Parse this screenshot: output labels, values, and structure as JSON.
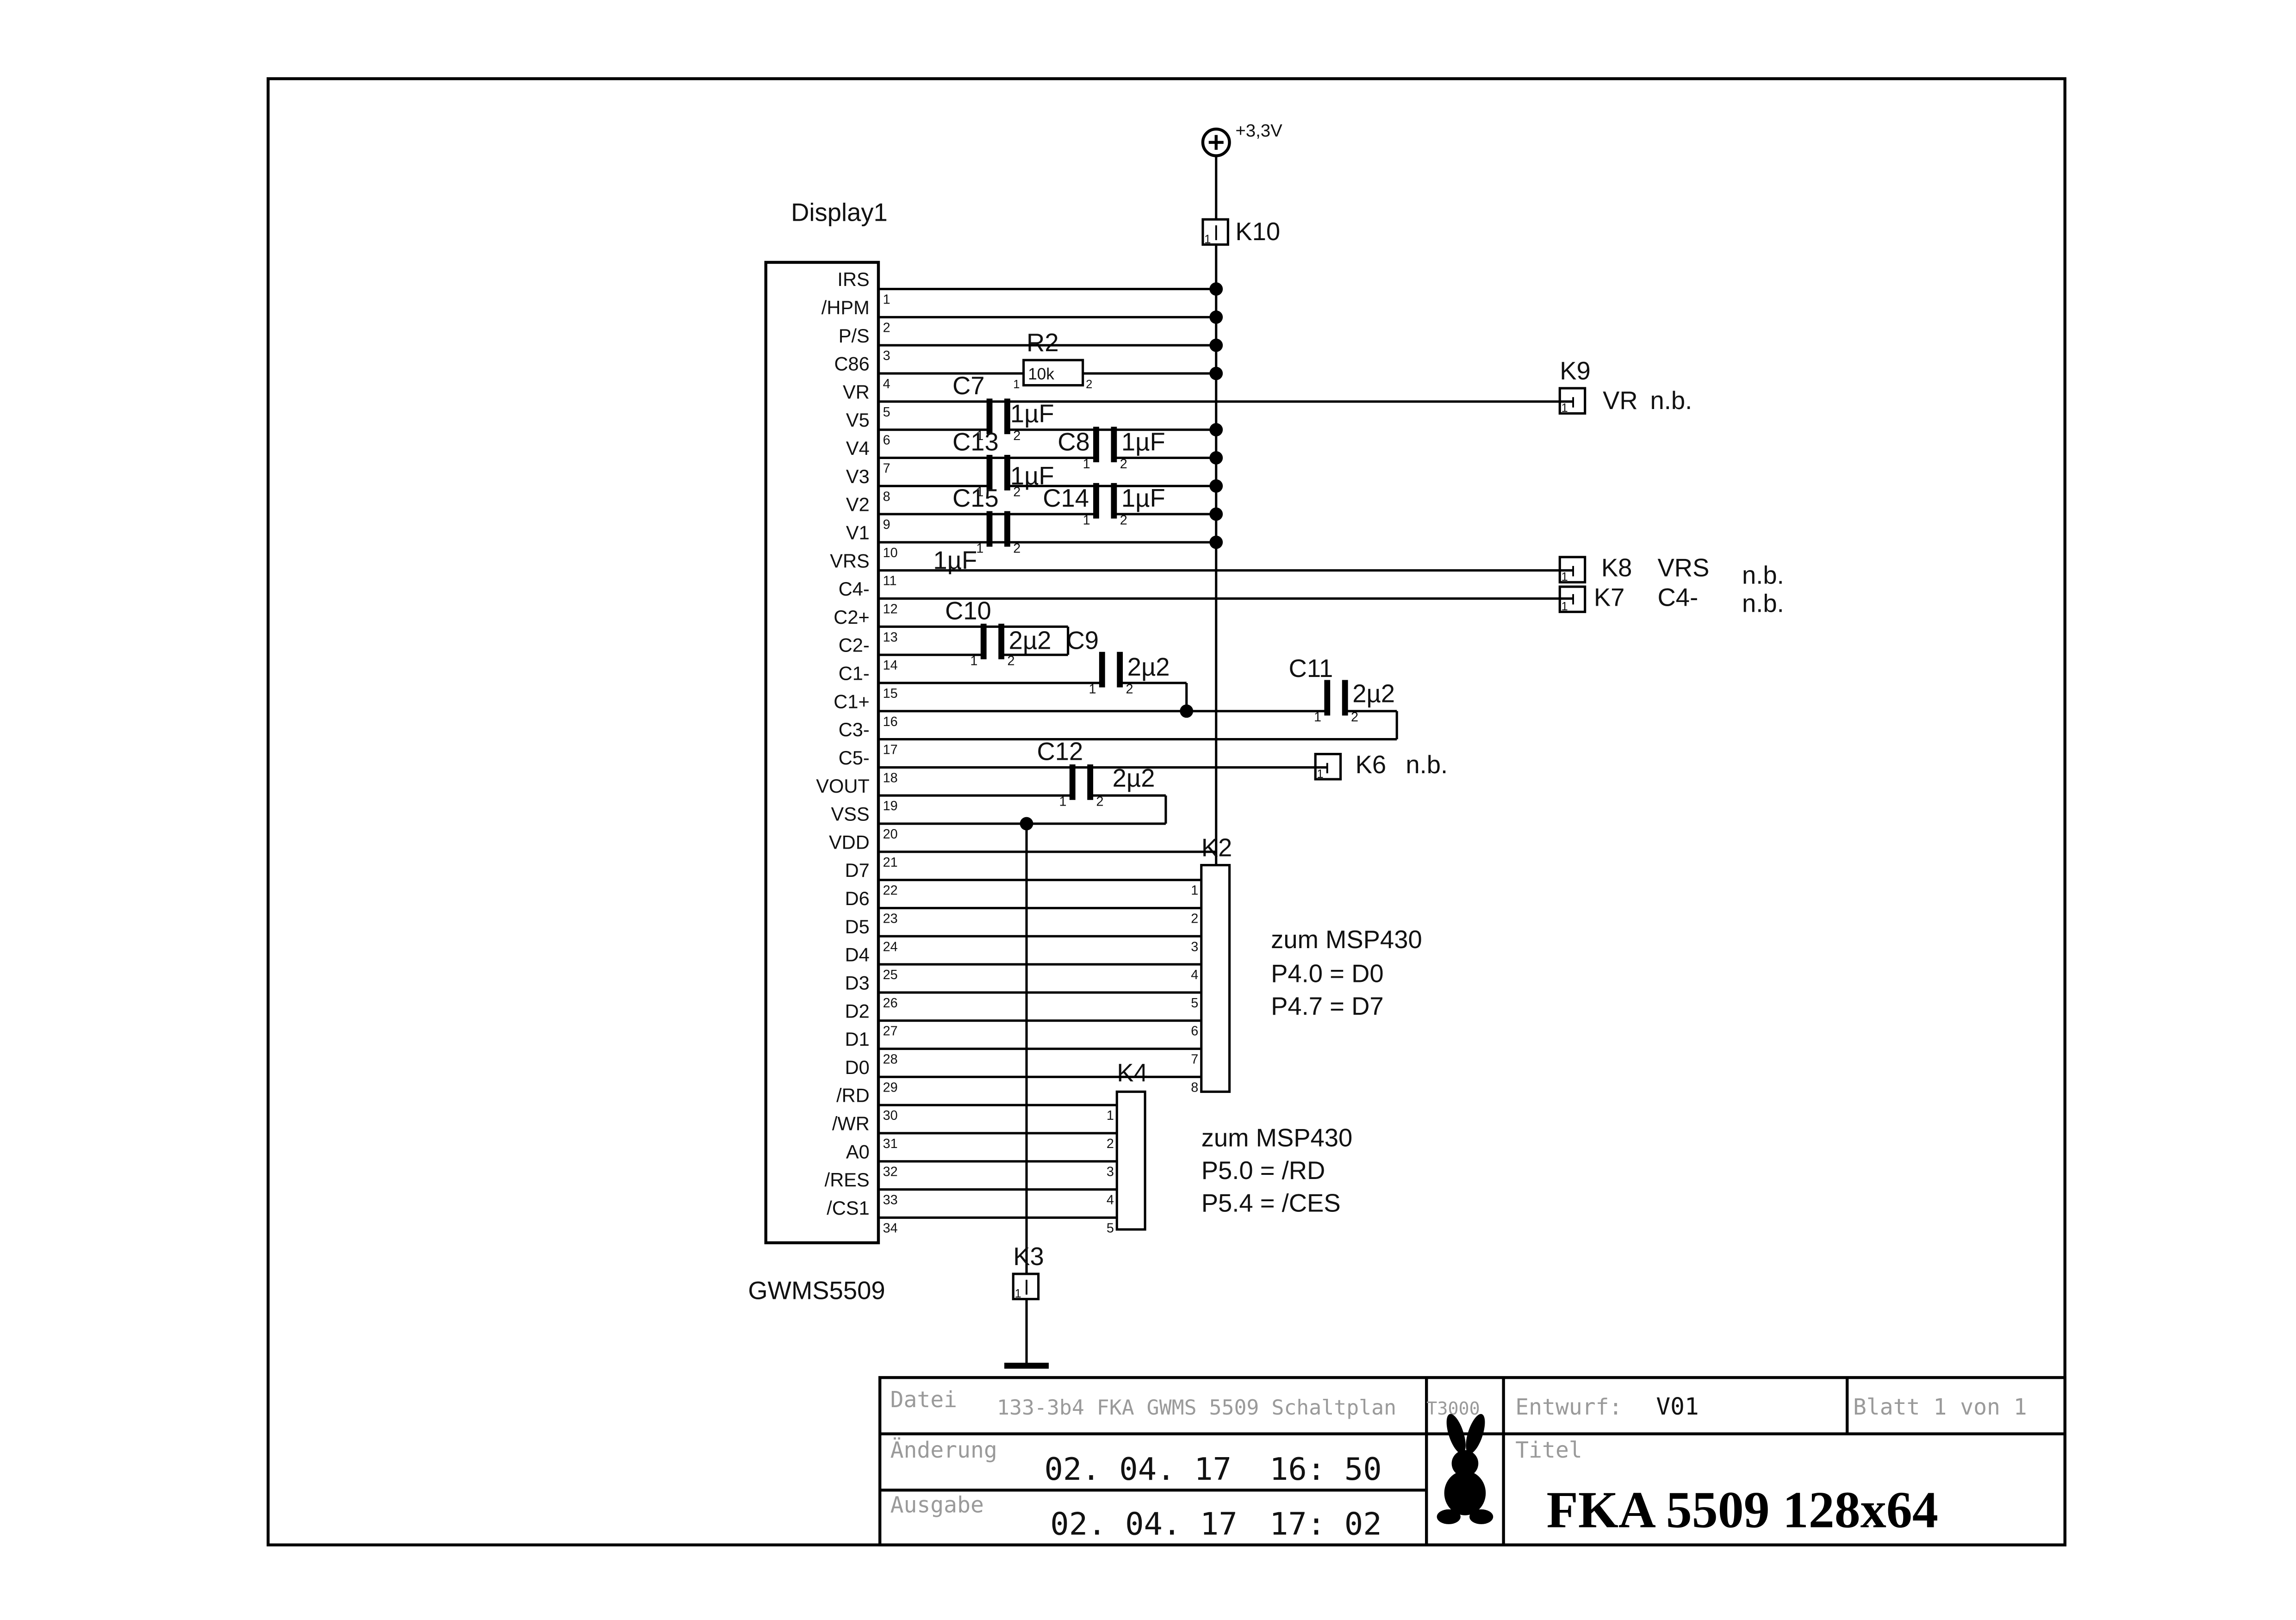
{
  "display": {
    "title": "Display1",
    "part": "GWMS5509",
    "pins": [
      {
        "num": "1",
        "name": "IRS"
      },
      {
        "num": "2",
        "name": "/HPM"
      },
      {
        "num": "3",
        "name": "P/S"
      },
      {
        "num": "4",
        "name": "C86"
      },
      {
        "num": "5",
        "name": "VR"
      },
      {
        "num": "6",
        "name": "V5"
      },
      {
        "num": "7",
        "name": "V4"
      },
      {
        "num": "8",
        "name": "V3"
      },
      {
        "num": "9",
        "name": "V2"
      },
      {
        "num": "10",
        "name": "V1"
      },
      {
        "num": "11",
        "name": "VRS"
      },
      {
        "num": "12",
        "name": "C4-"
      },
      {
        "num": "13",
        "name": "C2+"
      },
      {
        "num": "14",
        "name": "C2-"
      },
      {
        "num": "15",
        "name": "C1-"
      },
      {
        "num": "16",
        "name": "C1+"
      },
      {
        "num": "17",
        "name": "C3-"
      },
      {
        "num": "18",
        "name": "C5-"
      },
      {
        "num": "19",
        "name": "VOUT"
      },
      {
        "num": "20",
        "name": "VSS"
      },
      {
        "num": "21",
        "name": "VDD"
      },
      {
        "num": "22",
        "name": "D7"
      },
      {
        "num": "23",
        "name": "D6"
      },
      {
        "num": "24",
        "name": "D5"
      },
      {
        "num": "25",
        "name": "D4"
      },
      {
        "num": "26",
        "name": "D3"
      },
      {
        "num": "27",
        "name": "D2"
      },
      {
        "num": "28",
        "name": "D1"
      },
      {
        "num": "29",
        "name": "D0"
      },
      {
        "num": "30",
        "name": "/RD"
      },
      {
        "num": "31",
        "name": "/WR"
      },
      {
        "num": "32",
        "name": "A0"
      },
      {
        "num": "33",
        "name": "/RES"
      },
      {
        "num": "34",
        "name": "/CS1"
      }
    ]
  },
  "power": {
    "label": "+3,3V"
  },
  "connectors": {
    "k10": "K10",
    "k9": "K9",
    "k9_net": "VR",
    "k9_nb": "n.b.",
    "k8": "K8",
    "k8_net": "VRS",
    "k8_nb": "n.b.",
    "k7": "K7",
    "k7_net": "C4-",
    "k7_nb": "n.b.",
    "k6": "K6",
    "k6_nb": "n.b.",
    "k3": "K3",
    "k2": "K2",
    "k2_pins": [
      "1",
      "2",
      "3",
      "4",
      "5",
      "6",
      "7",
      "8"
    ],
    "k2_note": [
      "zum MSP430",
      "P4.0 = D0",
      "P4.7 = D7"
    ],
    "k4": "K4",
    "k4_pins": [
      "1",
      "2",
      "3",
      "4",
      "5"
    ],
    "k4_note": [
      "zum MSP430",
      "P5.0 = /RD",
      "P5.4 = /CES"
    ],
    "pin1": "1"
  },
  "components": {
    "r2": "R2",
    "r2_val": "10k",
    "c7": "C7",
    "c7_val": "1µF",
    "c13": "C13",
    "c13_val": "1µF",
    "c8": "C8",
    "c8_val": "1µF",
    "c15": "C15",
    "c15_val": "1µF",
    "c14": "C14",
    "c14_val": "1µF",
    "cv1_val": "1µF",
    "c10": "C10",
    "c10_val": "2µ2",
    "c9": "C9",
    "c9_val": "2µ2",
    "c11": "C11",
    "c11_val": "2µ2",
    "c12": "C12",
    "c12_val": "2µ2",
    "pin_a": "1",
    "pin_b": "2"
  },
  "titleblock": {
    "datei_label": "Datei",
    "datei_value": "133-3b4 FKA GWMS 5509 Schaltplan",
    "t3000": "T3000",
    "entwurf_label": "Entwurf:",
    "entwurf_value": "V01",
    "blatt": "Blatt 1 von 1",
    "aenderung_label": "Änderung",
    "aenderung_date": "02. 04. 17",
    "aenderung_time": "16: 50",
    "ausgabe_label": "Ausgabe",
    "ausgabe_date": "02. 04. 17",
    "ausgabe_time": "17: 02",
    "titel_label": "Titel",
    "titel_value": "FKA 5509 128x64"
  }
}
